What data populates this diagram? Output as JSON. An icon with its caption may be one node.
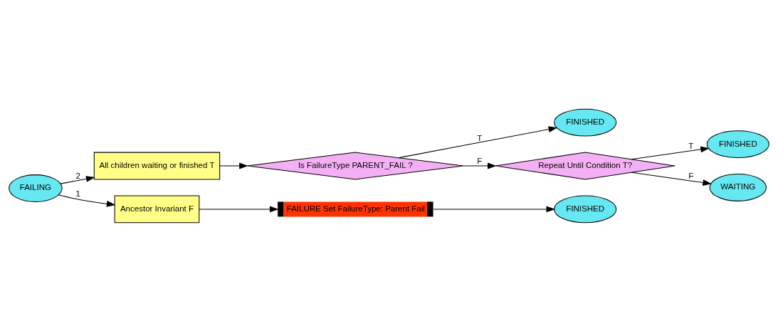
{
  "diagram": {
    "nodes": [
      {
        "text": [
          "FAILING"
        ]
      },
      {
        "text": [
          "All children waiting or finished T"
        ]
      },
      {
        "text": [
          "Ancestor Invariant F"
        ]
      },
      {
        "text": [
          "Is FailureType PARENT_FAIL ?"
        ]
      },
      {
        "text": [
          "FAILURE Set FailureType: Parent Fail"
        ]
      },
      {
        "text": [
          "FINISHED"
        ]
      },
      {
        "text": [
          "Repeat Until Condition T?"
        ]
      },
      {
        "text": [
          "FINISHED"
        ]
      },
      {
        "text": [
          "WAITING"
        ]
      },
      {
        "text": [
          "FINISHED"
        ]
      }
    ],
    "edges": [
      {
        "from": 0,
        "to": 1,
        "arrow": "to",
        "label": "2"
      },
      {
        "from": 0,
        "to": 2,
        "arrow": "to",
        "label": "1"
      },
      {
        "from": 1,
        "to": 3,
        "arrow": "to"
      },
      {
        "from": 3,
        "to": 5,
        "arrow": "to",
        "label": "T"
      },
      {
        "from": 3,
        "to": 6,
        "arrow": "to",
        "label": "F"
      },
      {
        "from": 6,
        "to": 7,
        "arrow": "to",
        "label": "T"
      },
      {
        "from": 6,
        "to": 8,
        "arrow": "to",
        "label": "F"
      },
      {
        "from": 2,
        "to": 4,
        "arrow": "to"
      },
      {
        "from": 4,
        "to": 9,
        "arrow": "to"
      }
    ]
  }
}
